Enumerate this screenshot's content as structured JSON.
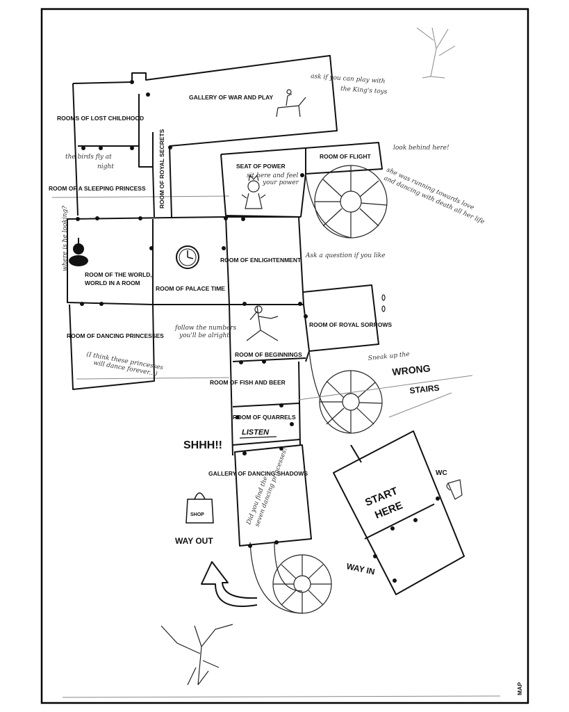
{
  "rooms": {
    "gallery_war_play": "GALLERY OF WAR AND PLAY",
    "lost_childhood": "ROOMS OF LOST CHILDHOOD",
    "sleeping_princess": "ROOM OF A SLEEPING PRINCESS",
    "royal_secrets": "ROOM OF ROYAL SECRETS",
    "seat_of_power": "SEAT OF POWER",
    "room_of_flight": "ROOM OF FLIGHT",
    "room_of_world_1": "ROOM OF THE WORLD,",
    "room_of_world_2": "WORLD IN A ROOM",
    "palace_time": "ROOM OF PALACE TIME",
    "enlightenment": "ROOM OF ENLIGHTENMENT",
    "dancing_princesses": "ROOM OF DANCING PRINCESSES",
    "royal_sorrows": "ROOM OF ROYAL SORROWS",
    "beginnings": "ROOM OF BEGINNINGS",
    "fish_and_beer": "ROOM OF FISH AND BEER",
    "quarrels": "ROOM OF QUARRELS",
    "dancing_shadows": "GALLERY OF DANCING SHADOWS",
    "start_here_1": "START",
    "start_here_2": "HERE"
  },
  "notes": {
    "kings_toys_1": "ask if you can play with",
    "kings_toys_2": "the King's toys",
    "look_behind": "look behind here!",
    "seat_note_1": "sit here and feel",
    "seat_note_2": "your power",
    "flight_note_1": "she was running towards love",
    "flight_note_2": "and dancing with death all her life",
    "birds_1": "the birds fly at",
    "birds_2": "night",
    "where_looking": "where is he looking?",
    "ask_question": "Ask a question if you like",
    "follow_numbers_1": "follow the numbers",
    "follow_numbers_2": "you'll be alright",
    "princesses_note_1": "(I think these princesses",
    "princesses_note_2": "will dance forever...)",
    "shadows_note_1": "Did you find the",
    "shadows_note_2": "seven dancing princesses?",
    "sneak_1": "Sneak up the",
    "sneak_2": "WRONG",
    "sneak_3": "STAIRS"
  },
  "signs": {
    "shhh": "SHHH!!",
    "listen": "LISTEN",
    "way_out": "WAY OUT",
    "way_in": "WAY IN",
    "wc": "WC",
    "shop": "SHOP",
    "map_corner": "MAP"
  },
  "icons": [
    "tree-icon",
    "horse-rider-icon",
    "king-figure-icon",
    "globe-icon",
    "clock-icon",
    "tree-woman-icon",
    "shopping-bag-icon",
    "toilet-icon",
    "arrow-up-icon",
    "spiral-staircase-icon"
  ]
}
